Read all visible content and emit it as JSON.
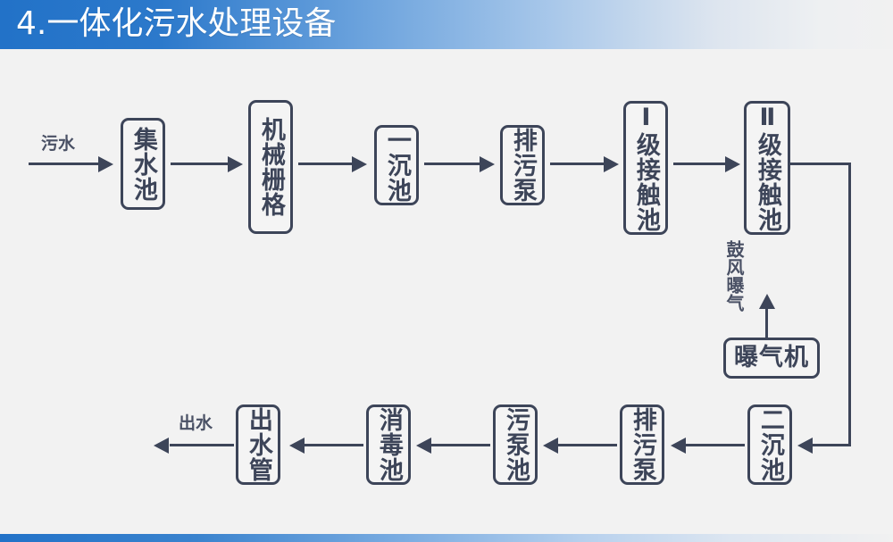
{
  "header": {
    "title": "4.一体化污水处理设备",
    "accent_color": "#2272c8",
    "gradient_end_color": "#f1f1f1"
  },
  "diagram": {
    "line_color": "#3d4559",
    "box_fill": "#f4f4f4",
    "canvas_background": "#f2f2f2",
    "inlet_label": "污水",
    "outlet_label": "出水",
    "aeration_label": "鼓风曝气",
    "nodes": {
      "collection_tank": "集水池",
      "mechanical_grate": "机械栅格",
      "primary_settling_tank": "一沉池",
      "sewage_pump_1": "排污泵",
      "contact_tank_1": "Ⅰ级接触池",
      "contact_tank_2": "Ⅱ级接触池",
      "aerator": "曝气机",
      "secondary_settling_tank": "二沉池",
      "sewage_pump_2": "排污泵",
      "sludge_pump_tank": "污泵池",
      "disinfection_tank": "消毒池",
      "outlet_pipe": "出水管"
    }
  }
}
